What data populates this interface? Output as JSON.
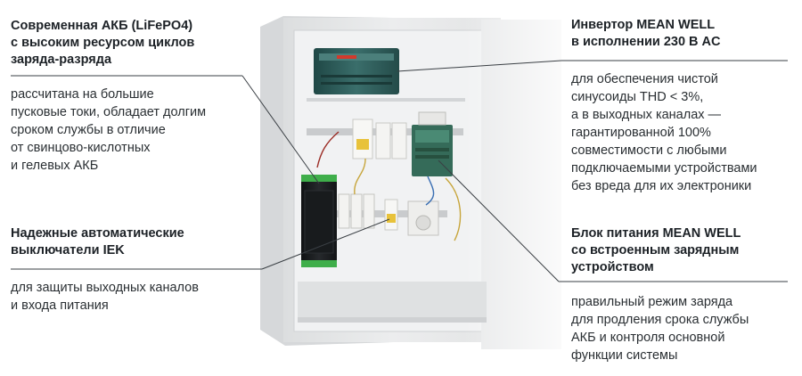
{
  "callouts": {
    "battery": {
      "heading": [
        "Современная АКБ (LiFePO4)",
        "с высоким ресурсом циклов",
        "заряда-разряда"
      ],
      "body": [
        "рассчитана на большие",
        "пусковые токи, обладает долгим",
        "сроком службы в отличие",
        "от свинцово-кислотных",
        "и гелевых АКБ"
      ]
    },
    "breakers": {
      "heading": [
        "Надежные автоматические",
        "выключатели IEK"
      ],
      "body": [
        "для защиты выходных каналов",
        "и входа питания"
      ]
    },
    "inverter": {
      "heading": [
        "Инвертор MEAN WELL",
        "в исполнении 230 В AC"
      ],
      "body": [
        "для обеспечения чистой",
        "синусоиды THD < 3%,",
        "а в выходных каналах —",
        "гарантированной 100%",
        "совместимости с любыми",
        "подключаемыми устройствами",
        "без вреда для их электроники"
      ]
    },
    "psu": {
      "heading": [
        "Блок питания MEAN WELL",
        "со встроенным зарядным",
        "устройством"
      ],
      "body": [
        "правильный режим заряда",
        "для продления срока службы",
        "АКБ и контроля основной",
        "функции системы"
      ]
    }
  },
  "colors": {
    "cabinet": "#e8e9ea",
    "cabinet_shadow": "#cfd1d3",
    "inverter": "#2c5a58",
    "battery": "#1a1d1f",
    "battery_accent": "#3fae4a",
    "psu": "#356b59",
    "leader": "#3a3f44"
  }
}
